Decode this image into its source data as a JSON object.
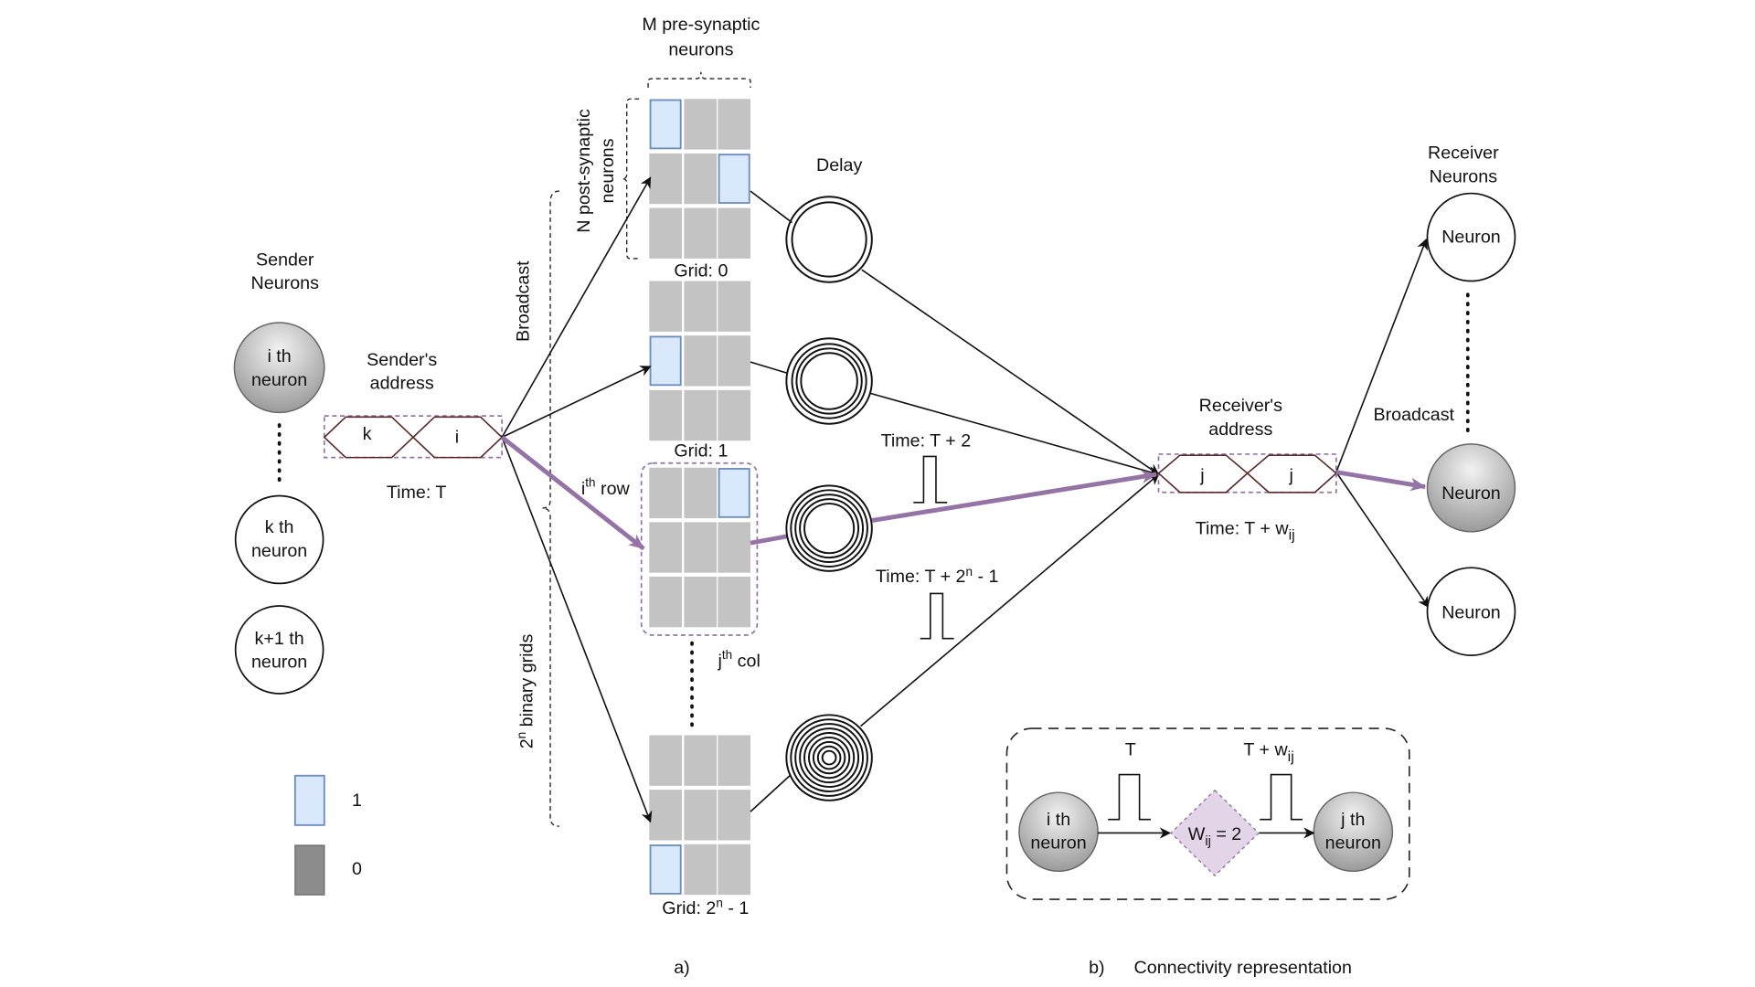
{
  "sender": {
    "title_line1": "Sender",
    "title_line2": "Neurons",
    "neurons": [
      {
        "line1": "i th",
        "line2": "neuron",
        "active": true
      },
      {
        "line1": "k th",
        "line2": "neuron",
        "active": false
      },
      {
        "line1": "k+1 th",
        "line2": "neuron",
        "active": false
      }
    ],
    "address_label_line1": "Sender's",
    "address_label_line2": "address",
    "address_fields": [
      "k",
      "i"
    ],
    "time": "Time: T"
  },
  "broadcast_left": "Broadcast",
  "binary_grids": {
    "base": "2",
    "sup": "n",
    "rest": " binary grids"
  },
  "grids": {
    "top_label_line1": "M pre-synaptic",
    "top_label_line2": "neurons",
    "side_label_line1": "N post-synaptic",
    "side_label_line2": "neurons",
    "labels": [
      {
        "text": "Grid: 0"
      },
      {
        "text": "Grid: 1"
      },
      {
        "text": "Grid: 2",
        "sup": "n",
        "rest": " - 1"
      }
    ],
    "cells": [
      [
        [
          1,
          0,
          0
        ],
        [
          0,
          0,
          1
        ],
        [
          0,
          0,
          0
        ]
      ],
      [
        [
          0,
          0,
          0
        ],
        [
          1,
          0,
          0
        ],
        [
          0,
          0,
          0
        ]
      ],
      [
        [
          0,
          0,
          1
        ],
        [
          0,
          0,
          0
        ],
        [
          0,
          0,
          0
        ]
      ],
      [
        [
          0,
          0,
          0
        ],
        [
          0,
          0,
          0
        ],
        [
          1,
          0,
          0
        ]
      ]
    ],
    "row_label": {
      "base": "i",
      "sup": "th",
      "rest": " row"
    },
    "col_label": {
      "base": "j",
      "sup": "th",
      "rest": " col"
    }
  },
  "delay": {
    "title": "Delay",
    "time1": "Time: T + 2",
    "time2": {
      "base": "Time: T + 2",
      "sup": "n",
      "rest": " - 1"
    }
  },
  "receiver": {
    "address_label_line1": "Receiver's",
    "address_label_line2": "address",
    "address_fields": [
      "j",
      "j"
    ],
    "time": {
      "base": "Time: T + w",
      "sub": "ij"
    },
    "broadcast": "Broadcast",
    "title_line1": "Receiver",
    "title_line2": "Neurons",
    "neurons": [
      "Neuron",
      "Neuron",
      "Neuron"
    ]
  },
  "legend": [
    {
      "label": "1",
      "color": "#dae8fc"
    },
    {
      "label": "0",
      "color": "#8c8c8c"
    }
  ],
  "connectivity": {
    "pre_line1": "i th",
    "pre_line2": "neuron",
    "post_line1": "j th",
    "post_line2": "neuron",
    "pulse1": "T",
    "pulse2": {
      "base": "T + w",
      "sub": "ij"
    },
    "weight": {
      "base": "W",
      "sub": "ij",
      "rest": " = 2"
    }
  },
  "captions": {
    "a": "a)",
    "b": "b)",
    "b_text": "Connectivity representation"
  },
  "colors": {
    "path": "#9673a6",
    "one": "#dae8fc",
    "zero_cell": "#c3c3c3",
    "weight_fill": "#e1d5e7"
  }
}
